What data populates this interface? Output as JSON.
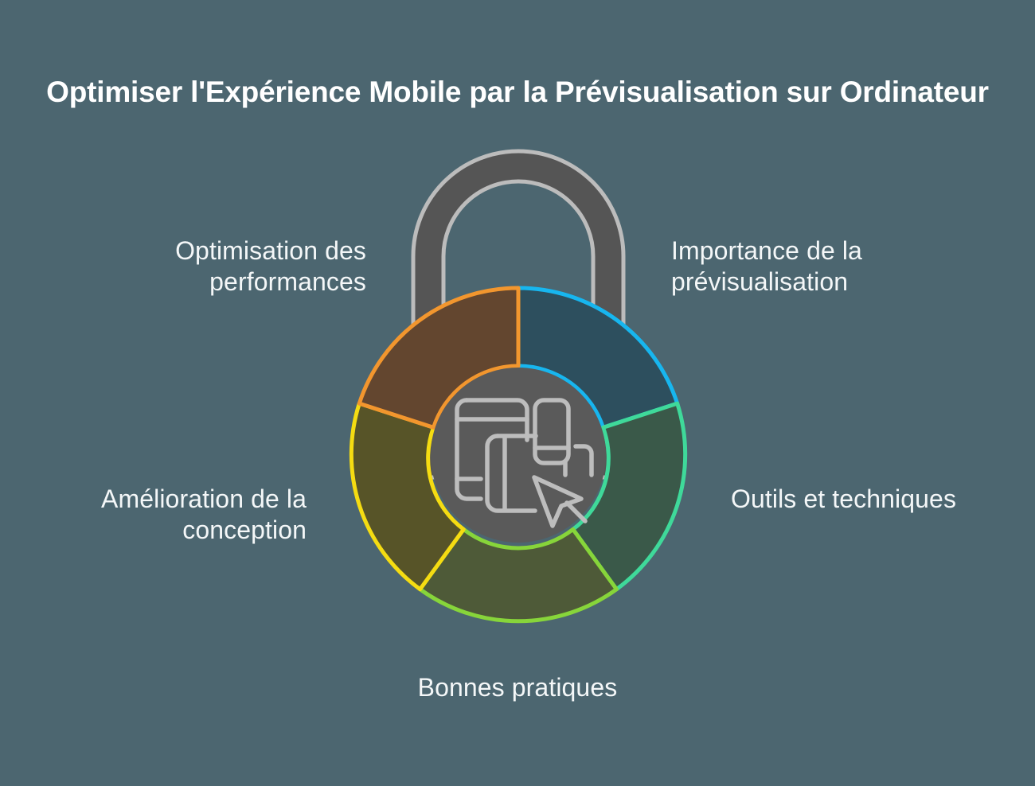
{
  "page": {
    "background_color": "#4c6670",
    "title": "Optimiser l'Expérience Mobile par la Prévisualisation sur Ordinateur",
    "title_color": "#ffffff"
  },
  "center_icon": {
    "name": "devices-preview-cursor-icon",
    "description": "Desktop window, phone and tablet outlines with a mouse cursor",
    "stroke_color": "#bdbdbd",
    "background_color": "#5a5a5a"
  },
  "padlock": {
    "name": "padlock-shackle",
    "fill_color": "#555555",
    "stroke_color": "#bcbcbc"
  },
  "labels": [
    {
      "id": "optimisation",
      "text": "Optimisation des performances",
      "align": "right"
    },
    {
      "id": "importance",
      "text": "Importance de la prévisualisation",
      "align": "left"
    },
    {
      "id": "amelioration",
      "text": "Amélioration de la conception",
      "align": "right"
    },
    {
      "id": "outils",
      "text": "Outils et techniques",
      "align": "left"
    },
    {
      "id": "bonnes",
      "text": "Bonnes pratiques",
      "align": "center"
    }
  ],
  "chart_data": {
    "type": "pie",
    "title": "Optimiser l'Expérience Mobile par la Prévisualisation sur Ordinateur",
    "shape": "donut",
    "center": [
      651,
      572
    ],
    "outer_radius": 210,
    "inner_radius": 112,
    "start_angle_deg": -90,
    "legend_position": "around-chart",
    "categories": [
      "Importance de la prévisualisation",
      "Outils et techniques",
      "Bonnes pratiques",
      "Amélioration de la conception",
      "Optimisation des performances"
    ],
    "values": [
      20,
      20,
      20,
      20,
      20
    ],
    "segments": [
      {
        "label": "Importance de la prévisualisation",
        "value": 20,
        "start_deg": -90,
        "end_deg": -18,
        "fill": "#2d4f5e",
        "stroke": "#17b6ef",
        "position": "top-right"
      },
      {
        "label": "Outils et techniques",
        "value": 20,
        "start_deg": -18,
        "end_deg": 54,
        "fill": "#3a5949",
        "stroke": "#3fd99a",
        "position": "right"
      },
      {
        "label": "Bonnes pratiques",
        "value": 20,
        "start_deg": 54,
        "end_deg": 126,
        "fill": "#4e5a38",
        "stroke": "#87d53a",
        "position": "bottom"
      },
      {
        "label": "Amélioration de la conception",
        "value": 20,
        "start_deg": 126,
        "end_deg": 198,
        "fill": "#575428",
        "stroke": "#f5dc12",
        "position": "left"
      },
      {
        "label": "Optimisation des performances",
        "value": 20,
        "start_deg": 198,
        "end_deg": 270,
        "fill": "#63462f",
        "stroke": "#f2962e",
        "position": "top-left"
      }
    ]
  }
}
